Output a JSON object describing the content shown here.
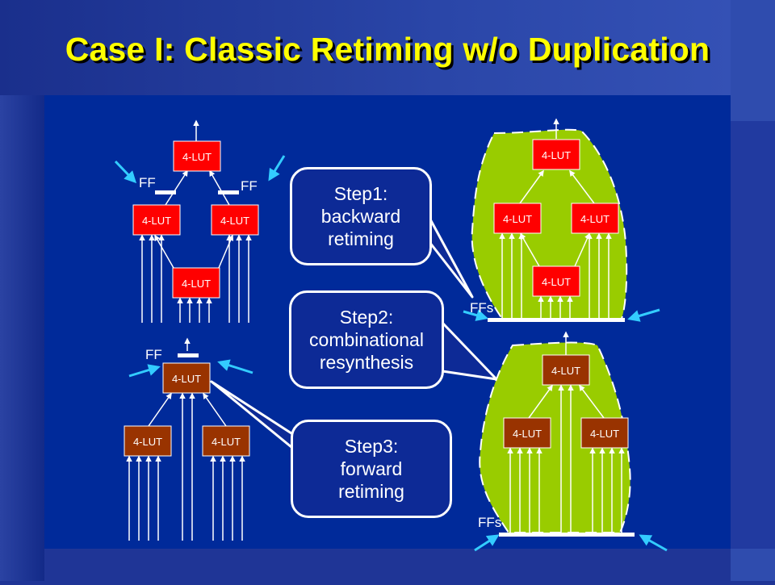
{
  "title": "Case I: Classic Retiming w/o Duplication",
  "lut_label": "4-LUT",
  "ff_label": "FF",
  "ffs_label": "FFs",
  "steps": [
    {
      "lines": [
        "Step1:",
        "backward",
        "retiming"
      ]
    },
    {
      "lines": [
        "Step2:",
        "combinational",
        "resynthesis"
      ]
    },
    {
      "lines": [
        "Step3:",
        "forward",
        "retiming"
      ]
    }
  ],
  "colors": {
    "background": "#1f3596",
    "content_panel": "#002a9a",
    "lut_red": "#ff0000",
    "lut_brown": "#993300",
    "cloud": "#99cc00",
    "arrow_cyan": "#33ccff",
    "title": "#ffff00"
  }
}
